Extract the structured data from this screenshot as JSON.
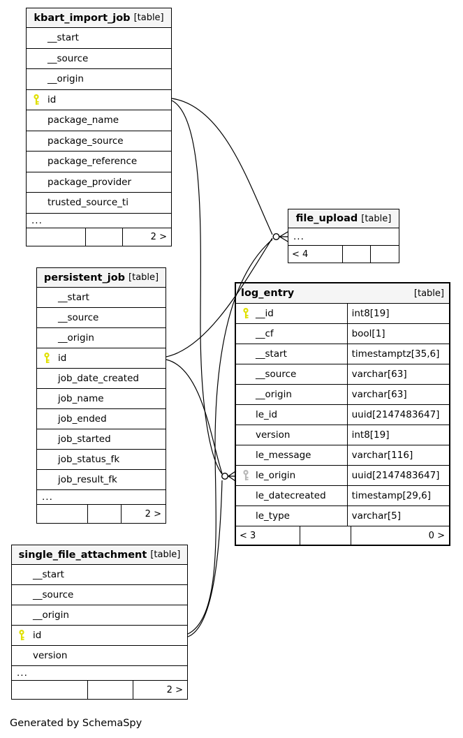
{
  "diagram": {
    "footer_note": "Generated by SchemaSpy",
    "colors": {
      "background": "#ffffff",
      "header_bg": "#f5f5f5",
      "border": "#000000",
      "primary_key_icon": "#e0e000",
      "foreign_key_icon": "#b8b8b8"
    }
  },
  "tables": [
    {
      "id": "kbart_import_job",
      "name": "kbart_import_job",
      "tag": "[table]",
      "emphasized": false,
      "columns": [
        {
          "name": "__start"
        },
        {
          "name": "__source"
        },
        {
          "name": "__origin"
        },
        {
          "name": "id",
          "key": "primary"
        },
        {
          "name": "package_name"
        },
        {
          "name": "package_source"
        },
        {
          "name": "package_reference"
        },
        {
          "name": "package_provider"
        },
        {
          "name": "trusted_source_ti"
        }
      ],
      "truncated": "...",
      "footer": {
        "left": "",
        "middle": "",
        "right": "2 >"
      }
    },
    {
      "id": "file_upload",
      "name": "file_upload",
      "tag": "[table]",
      "emphasized": false,
      "columns": [],
      "truncated": "...",
      "footer": {
        "left": "< 4",
        "middle": "",
        "right": ""
      }
    },
    {
      "id": "persistent_job",
      "name": "persistent_job",
      "tag": "[table]",
      "emphasized": false,
      "columns": [
        {
          "name": "__start"
        },
        {
          "name": "__source"
        },
        {
          "name": "__origin"
        },
        {
          "name": "id",
          "key": "primary"
        },
        {
          "name": "job_date_created"
        },
        {
          "name": "job_name"
        },
        {
          "name": "job_ended"
        },
        {
          "name": "job_started"
        },
        {
          "name": "job_status_fk"
        },
        {
          "name": "job_result_fk"
        }
      ],
      "truncated": "...",
      "footer": {
        "left": "",
        "middle": "",
        "right": "2 >"
      }
    },
    {
      "id": "log_entry",
      "name": "log_entry",
      "tag": "[table]",
      "emphasized": true,
      "columns": [
        {
          "name": "__id",
          "type": "int8[19]",
          "key": "primary"
        },
        {
          "name": "__cf",
          "type": "bool[1]"
        },
        {
          "name": "__start",
          "type": "timestamptz[35,6]"
        },
        {
          "name": "__source",
          "type": "varchar[63]"
        },
        {
          "name": "__origin",
          "type": "varchar[63]"
        },
        {
          "name": "le_id",
          "type": "uuid[2147483647]"
        },
        {
          "name": "version",
          "type": "int8[19]"
        },
        {
          "name": "le_message",
          "type": "varchar[116]"
        },
        {
          "name": "le_origin",
          "type": "uuid[2147483647]",
          "key": "foreign"
        },
        {
          "name": "le_datecreated",
          "type": "timestamp[29,6]"
        },
        {
          "name": "le_type",
          "type": "varchar[5]"
        }
      ],
      "footer": {
        "left": "< 3",
        "middle": "",
        "right": "0 >"
      }
    },
    {
      "id": "single_file_attachment",
      "name": "single_file_attachment",
      "tag": "[table]",
      "emphasized": false,
      "columns": [
        {
          "name": "__start"
        },
        {
          "name": "__source"
        },
        {
          "name": "__origin"
        },
        {
          "name": "id",
          "key": "primary"
        },
        {
          "name": "version"
        }
      ],
      "truncated": "...",
      "footer": {
        "left": "",
        "middle": "",
        "right": "2 >"
      }
    }
  ],
  "relationships": [
    {
      "from": "kbart_import_job.id",
      "to": "file_upload",
      "cardinality": "zero-or-many"
    },
    {
      "from": "kbart_import_job.id",
      "to": "log_entry.le_origin",
      "cardinality": "zero-or-many"
    },
    {
      "from": "persistent_job.id",
      "to": "file_upload",
      "cardinality": "zero-or-many"
    },
    {
      "from": "persistent_job.id",
      "to": "log_entry.le_origin",
      "cardinality": "zero-or-many"
    },
    {
      "from": "single_file_attachment.id",
      "to": "file_upload",
      "cardinality": "zero-or-many"
    },
    {
      "from": "single_file_attachment.id",
      "to": "log_entry.le_origin",
      "cardinality": "zero-or-many"
    }
  ]
}
